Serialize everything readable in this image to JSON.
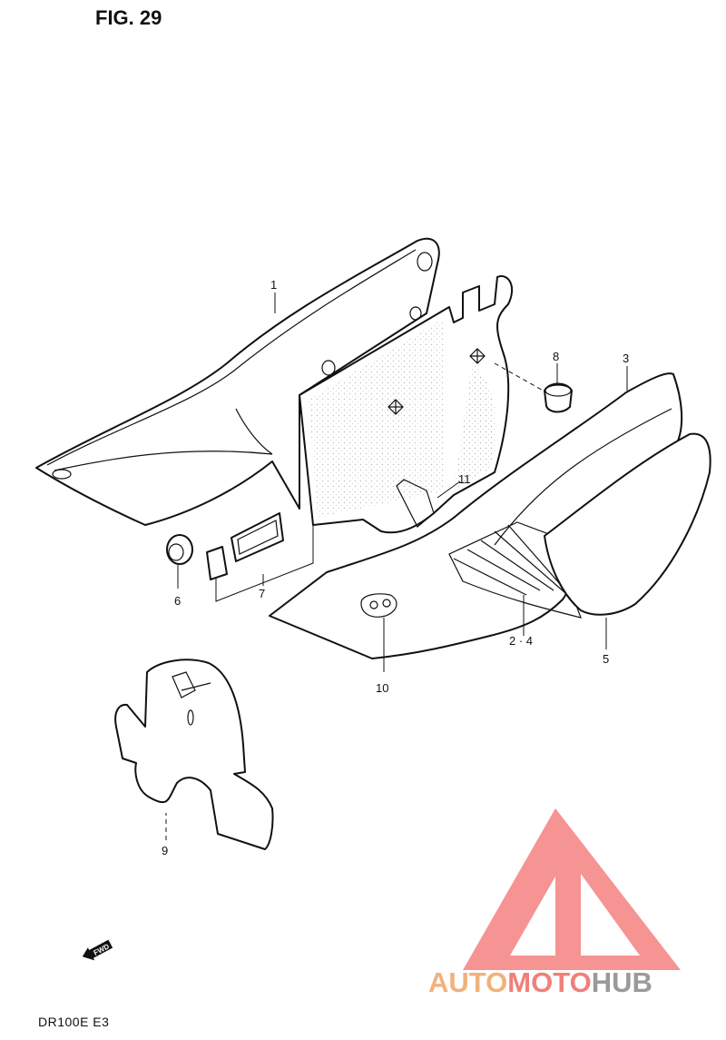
{
  "figure": {
    "title": "FIG. 29"
  },
  "model": {
    "label": "DR100E E3"
  },
  "callouts": [
    {
      "id": "1",
      "text": "1"
    },
    {
      "id": "2-4",
      "text": "2 · 4"
    },
    {
      "id": "3",
      "text": "3"
    },
    {
      "id": "5",
      "text": "5"
    },
    {
      "id": "6",
      "text": "6"
    },
    {
      "id": "7",
      "text": "7"
    },
    {
      "id": "8",
      "text": "8"
    },
    {
      "id": "9",
      "text": "9"
    },
    {
      "id": "10",
      "text": "10"
    },
    {
      "id": "11",
      "text": "11"
    }
  ],
  "direction_arrow": {
    "text": "FWD"
  },
  "watermark": {
    "parts": [
      {
        "text": "AUTO",
        "color": "#f0b27a"
      },
      {
        "text": "MOTO",
        "color": "#f07f7a"
      },
      {
        "text": "HUB",
        "color": "#9a9a9a"
      }
    ],
    "logo_color": "#f36f6f"
  }
}
